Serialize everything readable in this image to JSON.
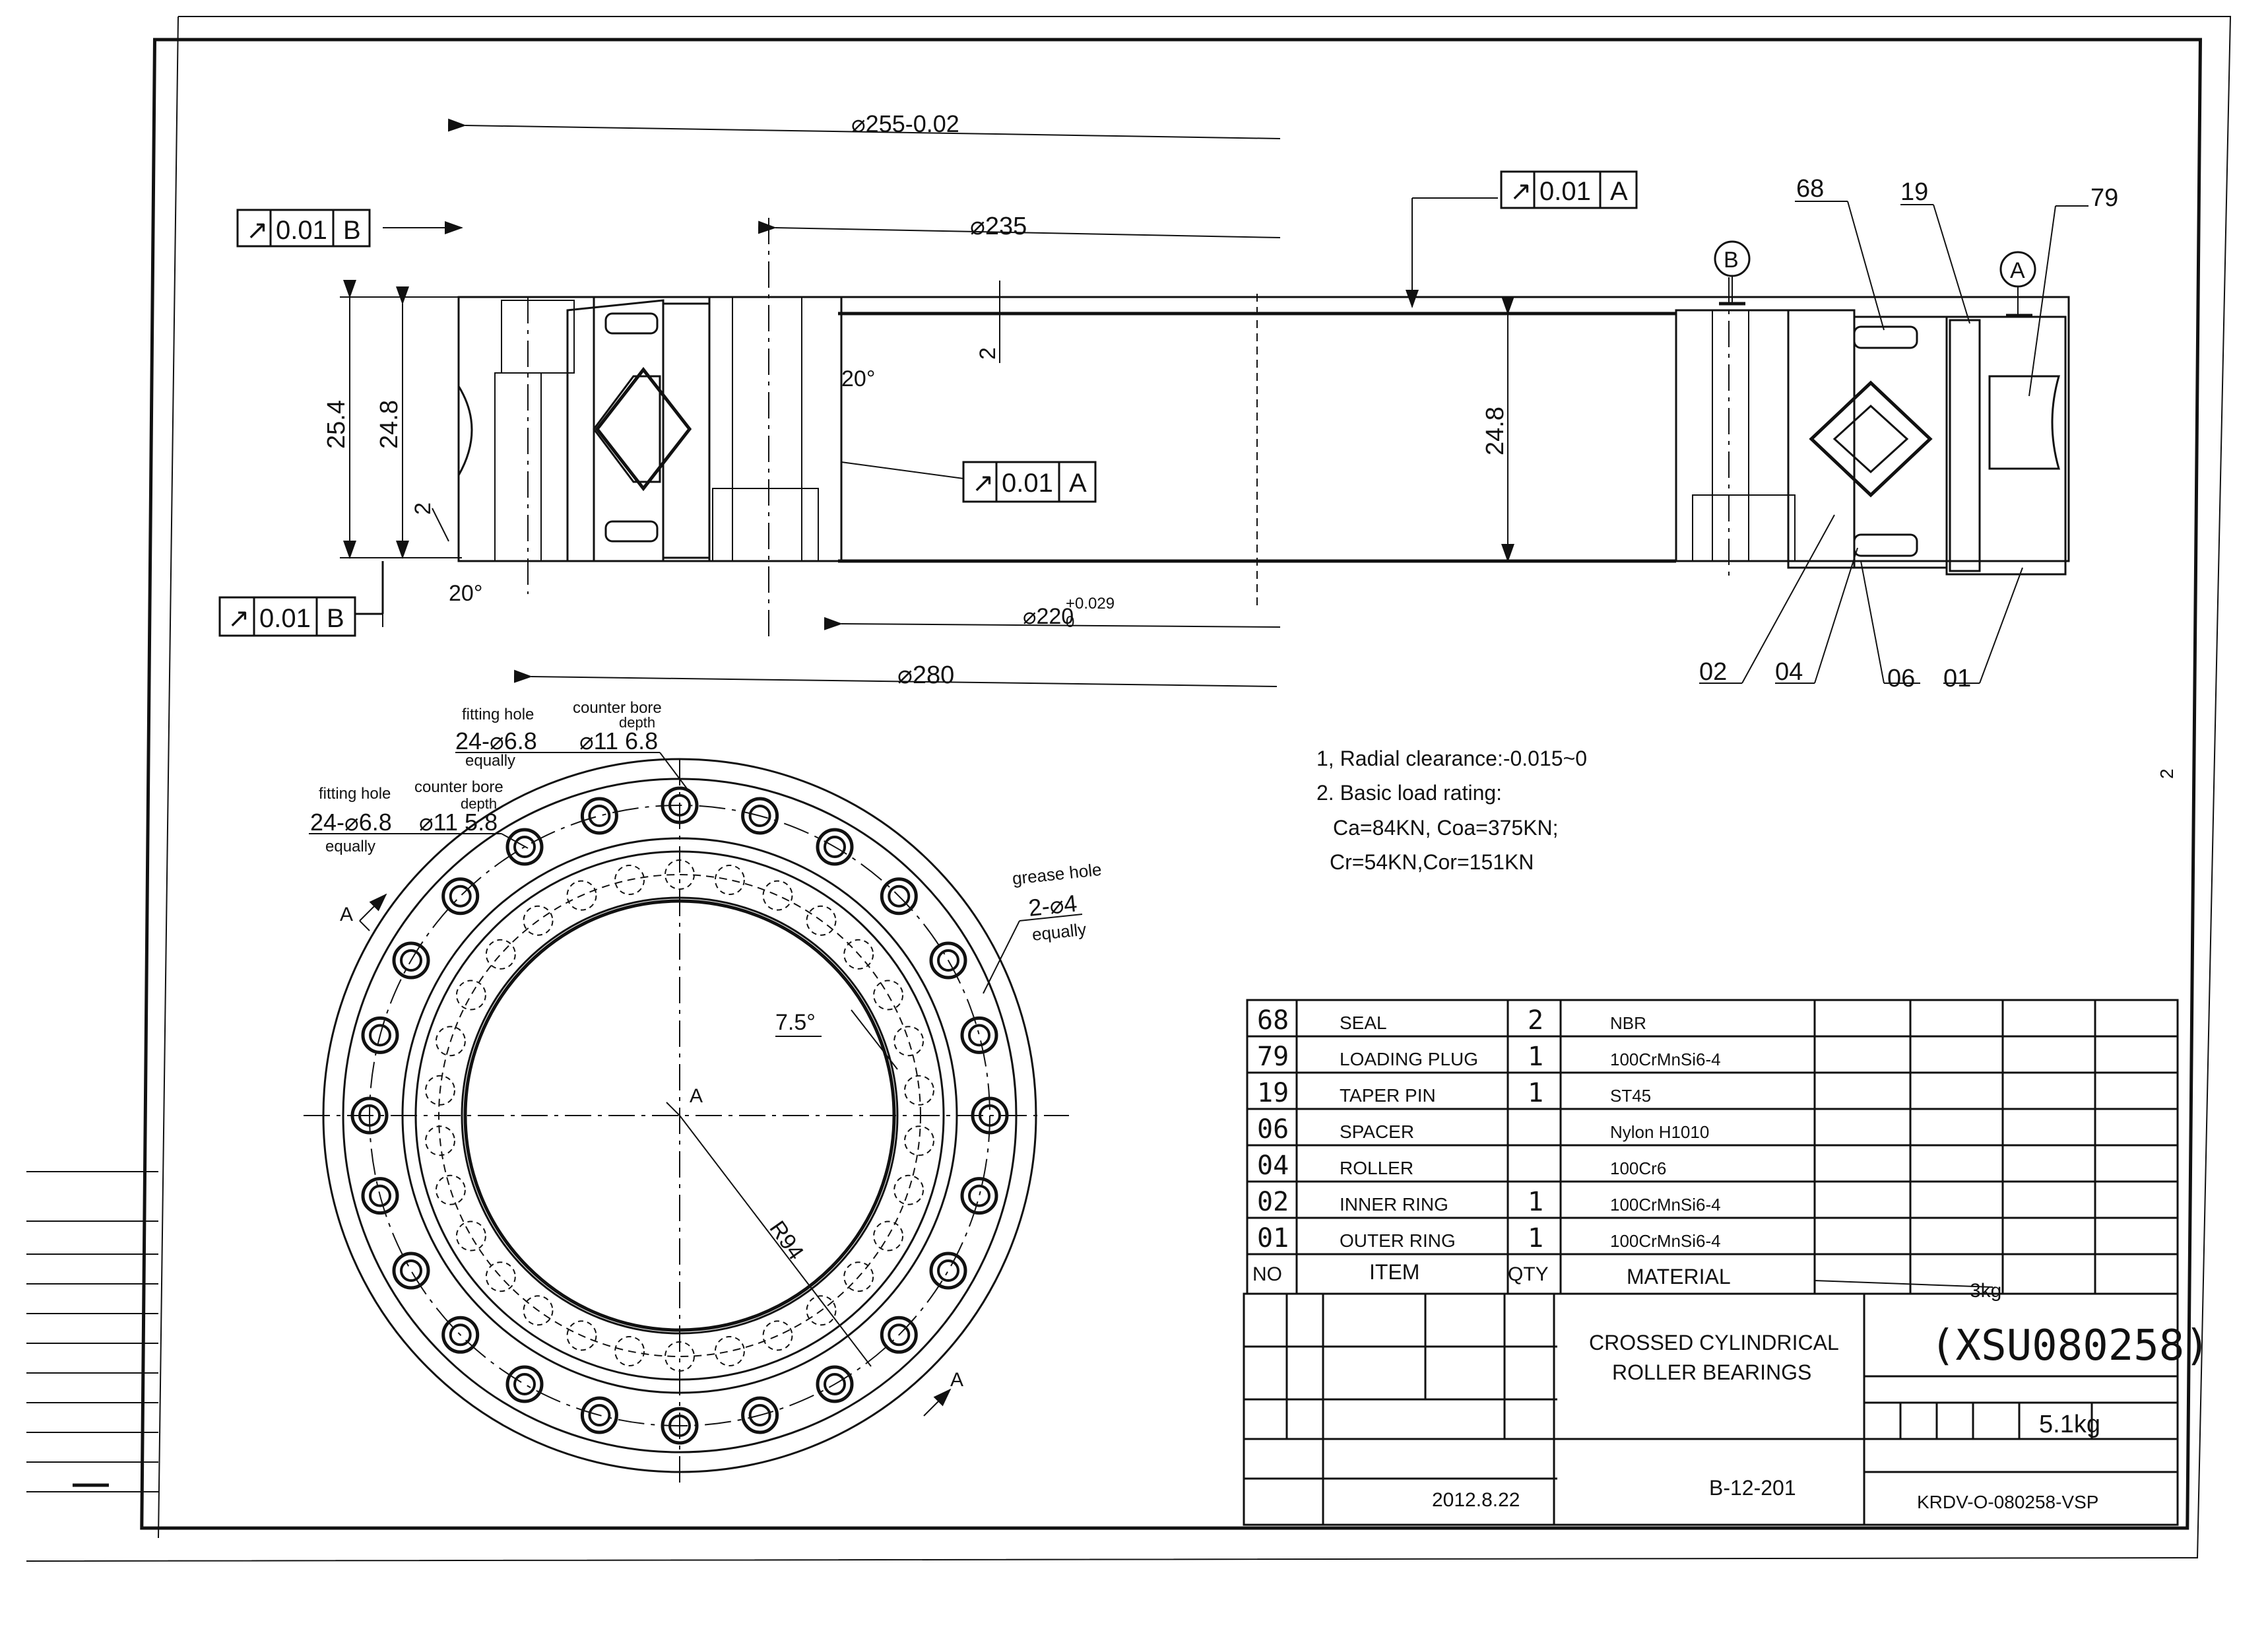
{
  "section_view": {
    "dims": {
      "d_outer_top": "⌀255-0.02",
      "d_235": "⌀235",
      "d_220": "⌀220",
      "d_220_tol": "+0.029",
      "d_220_tol2": "0",
      "d_280": "⌀280",
      "h_25_4": "25.4",
      "h_24_8_left": "24.8",
      "h_24_8_right": "24.8",
      "small_2_left": "2",
      "small_2_mid": "2",
      "angle_20_left": "20°",
      "angle_20_mid": "20°"
    },
    "tolerance_frames": [
      {
        "symbol": "↗",
        "value": "0.01",
        "datum": "B"
      },
      {
        "symbol": "↗",
        "value": "0.01",
        "datum": "A"
      },
      {
        "symbol": "↗",
        "value": "0.01",
        "datum": "A"
      },
      {
        "symbol": "↗",
        "value": "0.01",
        "datum": "B"
      }
    ],
    "datum_b": "B",
    "datum_a": "A",
    "part_labels": [
      "68",
      "19",
      "79",
      "02",
      "04",
      "06",
      "01"
    ]
  },
  "plan_view": {
    "fitting_hole_1_title": "fitting hole",
    "fitting_hole_1_spec": "24-⌀6.8",
    "fitting_hole_1_note": "equally",
    "counterbore_1_title": "counter bore",
    "counterbore_1_sub": "depth",
    "counterbore_1_spec": "⌀11  6.8",
    "fitting_hole_2_title": "fitting hole",
    "fitting_hole_2_spec": "24-⌀6.8",
    "fitting_hole_2_note": "equally",
    "counterbore_2_title": "counter bore",
    "counterbore_2_sub": "depth",
    "counterbore_2_spec": "⌀11  5.8",
    "grease_title": "grease hole",
    "grease_spec": "2-⌀4",
    "grease_note": "equally",
    "angle": "7.5°",
    "radius": "R94",
    "section_a_top": "A",
    "section_a_bottom": "A",
    "center_a": "A"
  },
  "notes": {
    "line1": "1, Radial clearance:-0.015~0",
    "line2": "2. Basic load rating:",
    "line3": "Ca=84KN, Coa=375KN;",
    "line4": "Cr=54KN,Cor=151KN",
    "margin_mark": "2"
  },
  "bom": {
    "rows": [
      {
        "no": "68",
        "item": "SEAL",
        "qty": "2",
        "material": "NBR"
      },
      {
        "no": "79",
        "item": "LOADING PLUG",
        "qty": "1",
        "material": "100CrMnSi6-4"
      },
      {
        "no": "19",
        "item": "TAPER PIN",
        "qty": "1",
        "material": "ST45"
      },
      {
        "no": "06",
        "item": "SPACER",
        "qty": "",
        "material": "Nylon H1010"
      },
      {
        "no": "04",
        "item": "ROLLER",
        "qty": "",
        "material": "100Cr6"
      },
      {
        "no": "02",
        "item": "INNER RING",
        "qty": "1",
        "material": "100CrMnSi6-4"
      },
      {
        "no": "01",
        "item": "OUTER RING",
        "qty": "1",
        "material": "100CrMnSi6-4"
      }
    ],
    "header": {
      "no": "NO",
      "item": "ITEM",
      "qty": "QTY",
      "material": "MATERIAL"
    }
  },
  "title_block": {
    "title_line1": "CROSSED CYLINDRICAL",
    "title_line2": "ROLLER BEARINGS",
    "part_number": "(XSU080258)",
    "weight_note": "3kg",
    "weight": "5.1kg",
    "date": "2012.8.22",
    "drawing_no": "B-12-201",
    "code": "KRDV-O-080258-VSP"
  }
}
